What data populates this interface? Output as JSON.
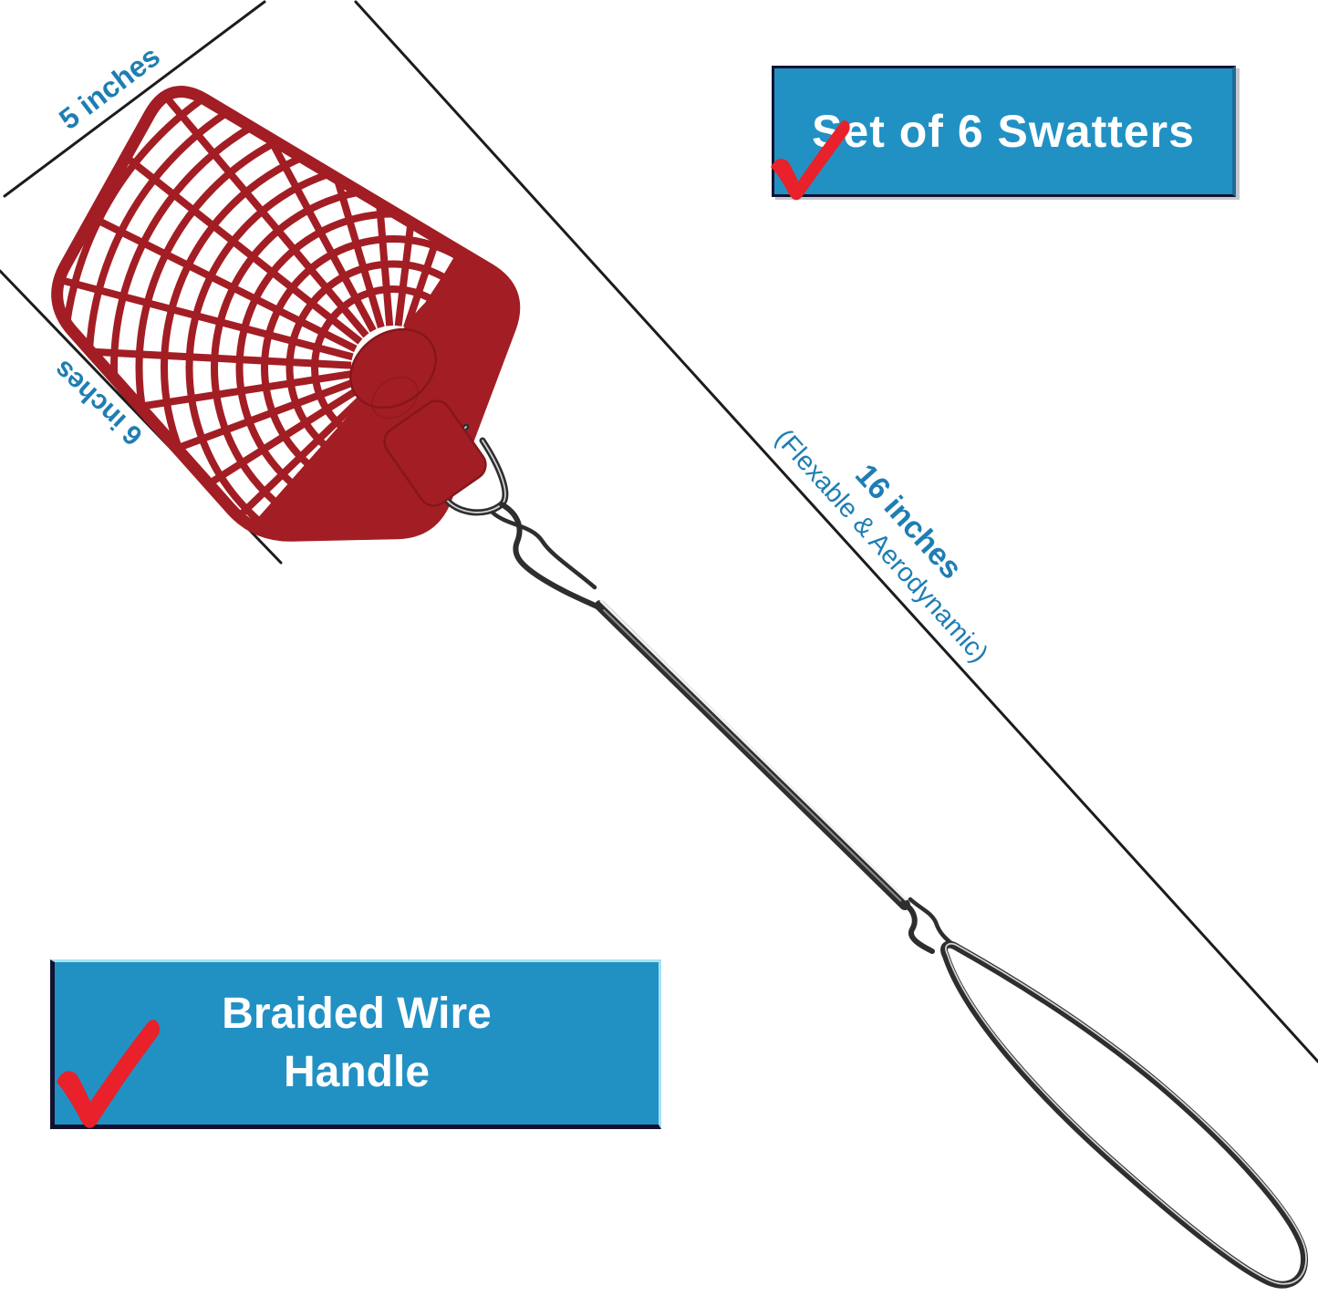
{
  "banners": {
    "top": {
      "label": "Set of 6 Swatters",
      "check_icon": "check-icon"
    },
    "bottom": {
      "label_line1": "Braided Wire",
      "label_line2": "Handle",
      "check_icon": "check-icon"
    }
  },
  "dimensions": {
    "head_width": "5 inches",
    "head_height": "6 inches",
    "handle_length": "16 inches",
    "handle_note": "(Flexable & Aerodynamic)"
  },
  "colors": {
    "background": "#ffffff",
    "banner_blue": "#2191c4",
    "banner_text": "#ffffff",
    "banner_border_dark": "#121230",
    "banner_border_light": "#a6e1f4",
    "check_red": "#e8212b",
    "dim_text_blue": "#1e7eb3",
    "swatter_red": "#a21e24",
    "swatter_red_dark": "#87161b",
    "wire_dark": "#2e2e2e",
    "wire_light": "#d2d2d2",
    "measure_line": "#1c1c1c"
  }
}
